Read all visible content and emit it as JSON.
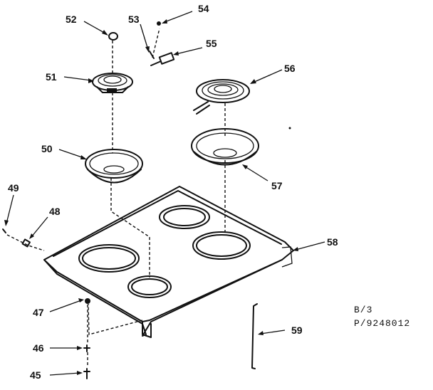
{
  "labels": {
    "l45": "45",
    "l46": "46",
    "l47": "47",
    "l48": "48",
    "l49": "49",
    "l50": "50",
    "l51": "51",
    "l52": "52",
    "l53": "53",
    "l54": "54",
    "l55": "55",
    "l56": "56",
    "l57": "57",
    "l58": "58",
    "l59": "59"
  },
  "stamp": {
    "line1": "B/3",
    "line2": "P/9248012"
  }
}
